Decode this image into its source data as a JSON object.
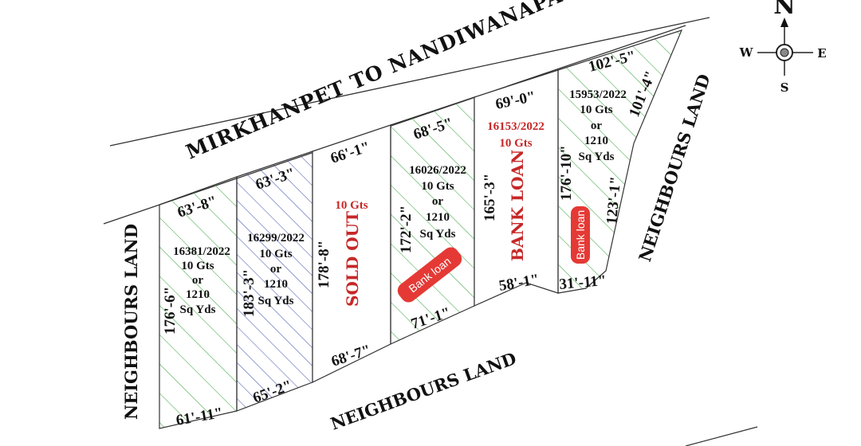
{
  "road_label": "MIRKHANPET TO NANDIWANAPARTHY ROAD",
  "neighbours": {
    "left": "NEIGHBOURS LAND",
    "bottom": "NEIGHBOURS LAND",
    "right": "NEIGHBOURS LAND"
  },
  "compass": {
    "n": "N",
    "s": "S",
    "e": "E",
    "w": "W"
  },
  "plots": [
    {
      "top": "63'-8\"",
      "bottom": "61'-11\"",
      "side": "176'-6\"",
      "lines": [
        "16381/2022",
        "10 Gts",
        "or",
        "1210",
        "Sq Yds"
      ]
    },
    {
      "top": "63'-3\"",
      "bottom": "65'-2\"",
      "side": "183'-3\"",
      "lines": [
        "16299/2022",
        "10 Gts",
        "or",
        "1210",
        "Sq Yds"
      ]
    },
    {
      "top": "66'-1\"",
      "bottom": "68'-7\"",
      "side": "178'-8\"",
      "area": "10 Gts",
      "status": "SOLD OUT"
    },
    {
      "top": "68'-5\"",
      "bottom": "71'-1\"",
      "side": "172'-2\"",
      "lines": [
        "16026/2022",
        "10 Gts",
        "or",
        "1210",
        "Sq Yds"
      ],
      "badge": "Bank loan"
    },
    {
      "top": "69'-0\"",
      "bottom": "58'-1\"",
      "side": "165'-3\"",
      "lines": [
        "16153/2022",
        "10 Gts"
      ],
      "status": "BANK LOAN"
    },
    {
      "top": "102'-5\"",
      "bottom": "31'-11\"",
      "side": "176'-10\"",
      "side_right": "101'-4\"",
      "side_inner": "123'-1\"",
      "lines": [
        "15953/2022",
        "10 Gts",
        "or",
        "1210",
        "Sq Yds"
      ],
      "badge": "Bank loan"
    }
  ],
  "colors": {
    "hatch_green": "#4caf50",
    "hatch_blue": "#3949ab",
    "accent_red": "#c62828",
    "badge_red": "#e53935"
  }
}
